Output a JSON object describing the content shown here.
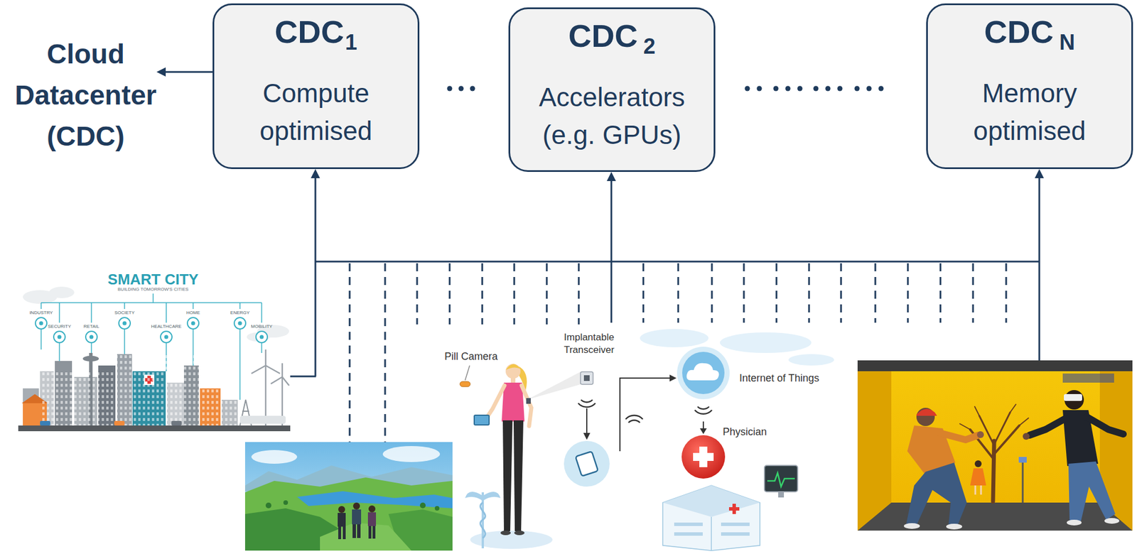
{
  "diagram": {
    "nodes": [
      {
        "text": [
          "CDC",
          "1",
          "Compute optimised"
        ]
      },
      {
        "text": [
          "CDC",
          "2",
          "Accelerators (e.g. GPUs)"
        ]
      },
      {
        "text": [
          "CDC",
          "N",
          "Memory optimised"
        ]
      }
    ],
    "labels": [
      "Cloud Datacenter (CDC)",
      "SMART CITY",
      "BUILDING TOMORROW'S CITIES",
      "INDUSTRY",
      "SECURITY",
      "RETAIL",
      "SOCIETY",
      "HEALTHCARE",
      "HOME",
      "ENERGY",
      "MOBILITY",
      "Pill Camera",
      "Implantable Transceiver",
      "Internet of Things",
      "Physician"
    ]
  }
}
